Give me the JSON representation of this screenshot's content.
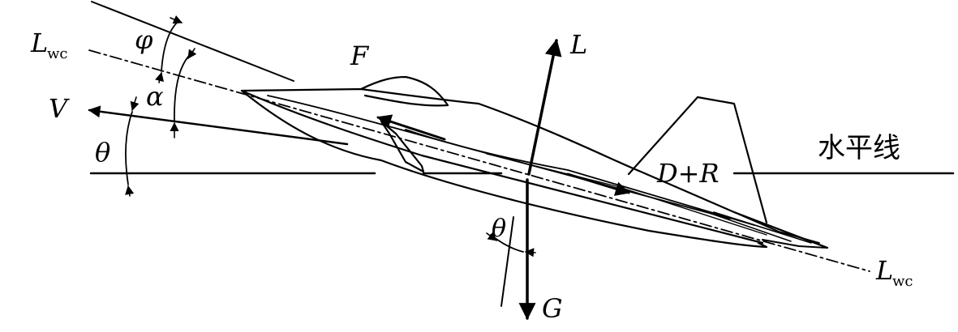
{
  "labels": {
    "axis_upper_main": "L",
    "axis_upper_sub": "wc",
    "axis_lower_main": "L",
    "axis_lower_sub": "wc",
    "phi": "φ",
    "alpha": "α",
    "velocity": "V",
    "theta_left": "θ",
    "thrust": "F",
    "lift": "L",
    "drag": "D+R",
    "horizon": "水平线",
    "theta_bottom": "θ",
    "gravity": "G"
  }
}
